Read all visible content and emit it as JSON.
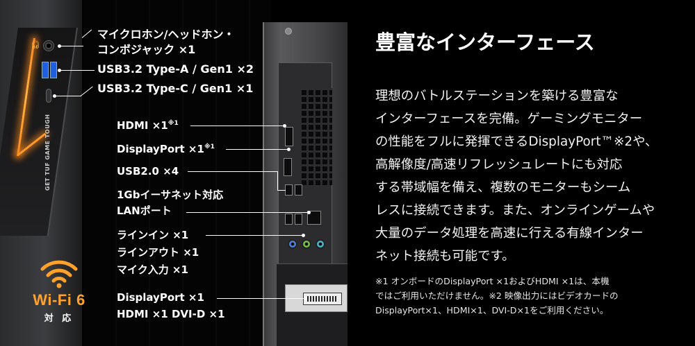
{
  "front": {
    "labels": [
      "マイクロホン/ヘッドホン・",
      "コンボジャック ×1",
      "USB3.2 Type-A / Gen1 ×2",
      "USB3.2 Type-C / Gen1 ×1"
    ],
    "panel_text": "GET TUF GAME TOUGH"
  },
  "wifi": {
    "label": "Wi-Fi 6",
    "sub": "対 応"
  },
  "rear": {
    "hdmi": "HDMI ×1",
    "hdmi_mark": "※1",
    "displayport": "DisplayPort ×1",
    "displayport_mark": "※1",
    "usb2": "USB2.0 ×4",
    "lan_line1": "1Gbイーサネット対応",
    "lan_line2": "LANポート",
    "audio_line1": "ラインイン ×1",
    "audio_line2": "ラインアウト ×1",
    "audio_line3": "マイク入力 ×1",
    "gpu_line1": "DisplayPort ×1",
    "gpu_line2": "HDMI ×1 DVI-D ×1"
  },
  "headline": "豊富なインターフェース",
  "body": [
    "理想のバトルステーションを築ける豊富な",
    "インターフェースを完備。ゲーミングモニター",
    "の性能をフルに発揮できるDisplayPort™※2や、",
    "高解像度/高速リフレッシュレートにも対応",
    "する帯域幅を備え、複数のモニターもシーム",
    "レスに接続できます。また、オンラインゲームや",
    "大量のデータ処理を高速に行える有線インター",
    "ネット接続も可能です。"
  ],
  "notes": [
    "※1 オンボードのDisplayPort ×1およびHDMI ×1は、本機",
    "ではご利用いただけません。※2 映像出力にはビデオカードの",
    "DisplayPort×1、HDMI×1、DVI-D×1をご利用ください。"
  ],
  "colors": {
    "accent": "#ffa22b",
    "background": "#000000",
    "text": "#ffffff"
  }
}
